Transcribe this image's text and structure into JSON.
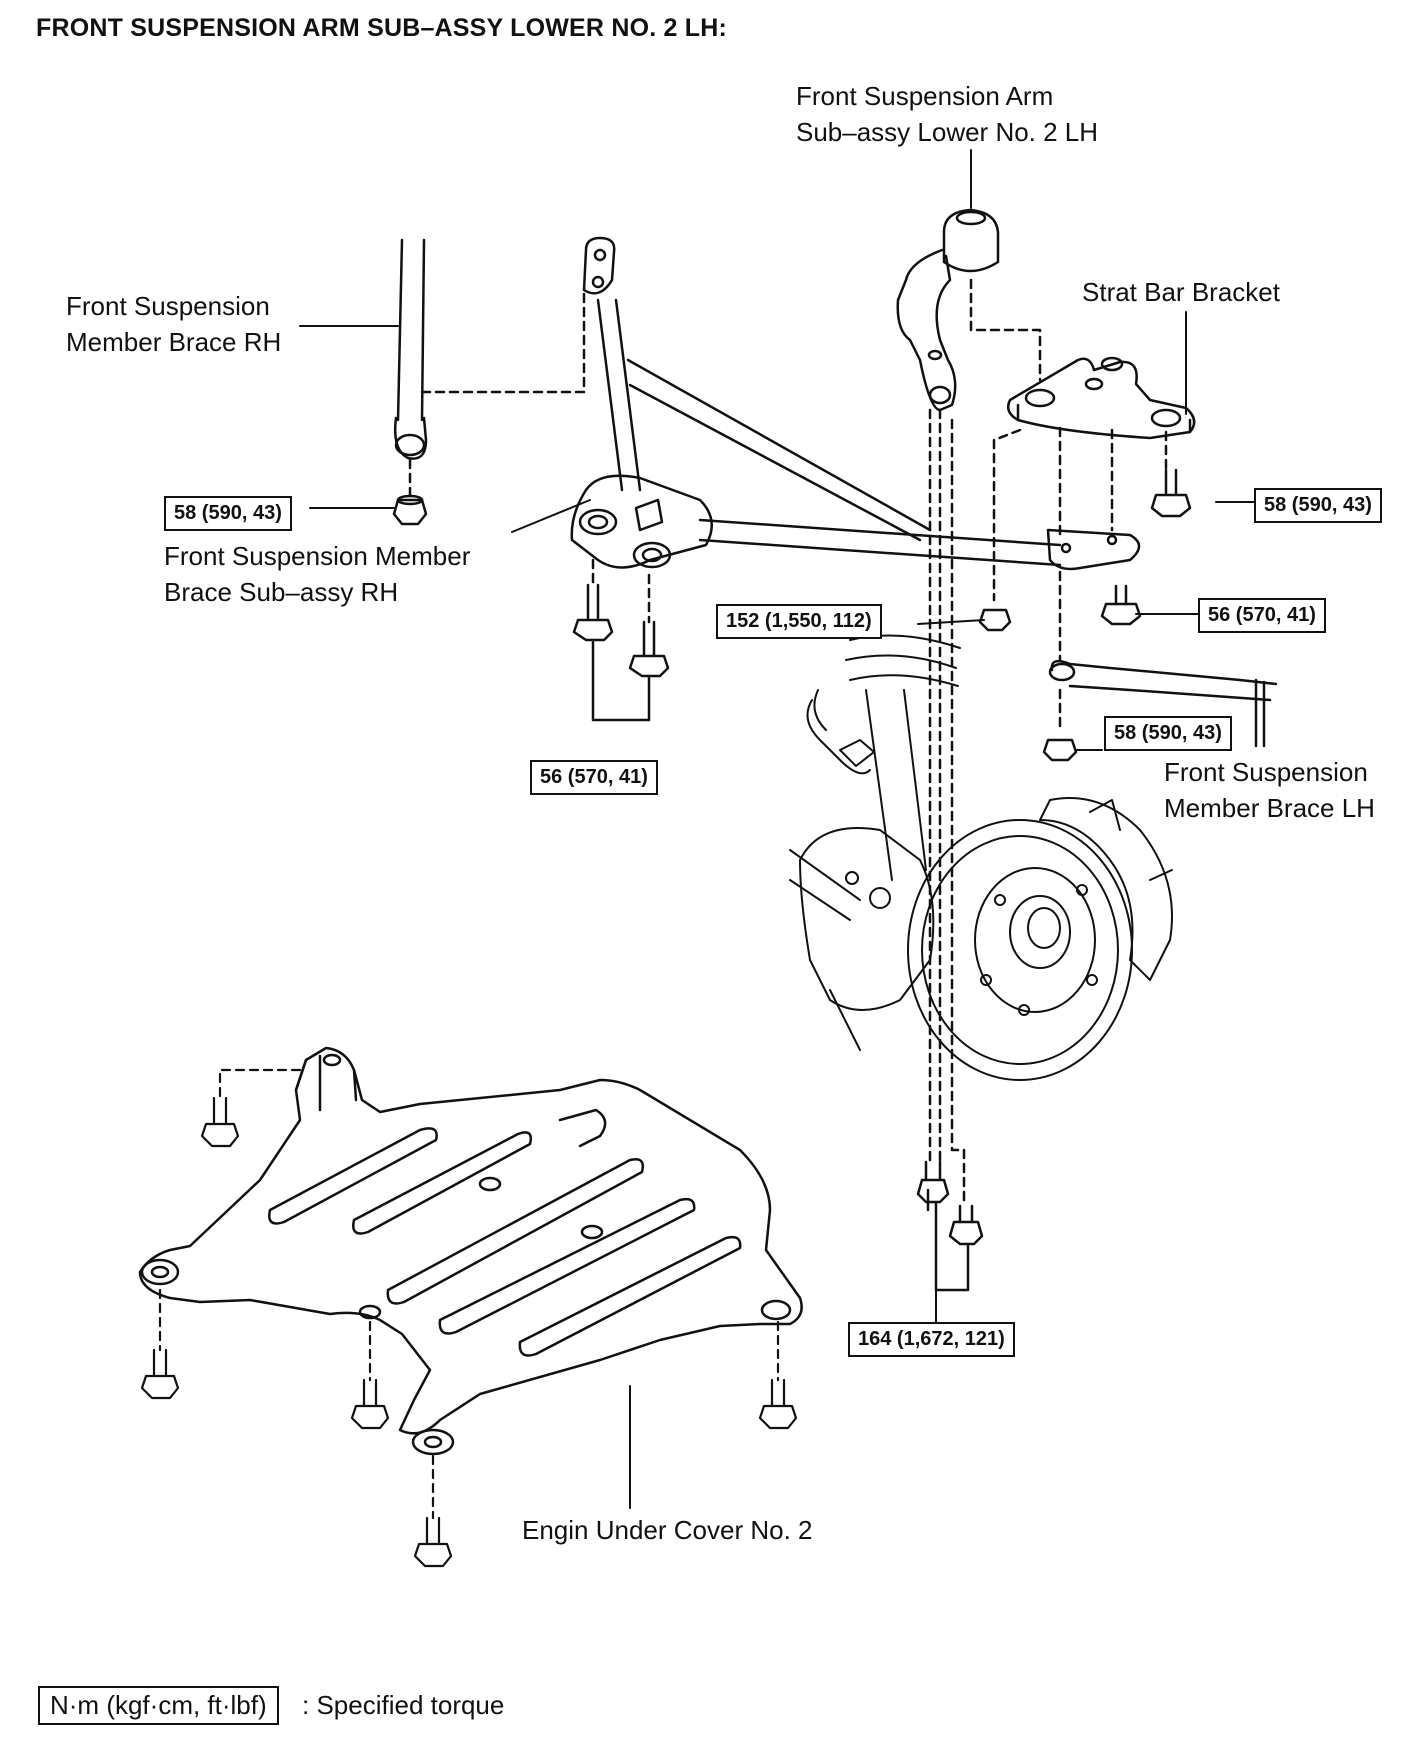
{
  "title": "FRONT SUSPENSION ARM SUB–ASSY LOWER NO. 2 LH:",
  "labels": {
    "arm_lower_no2": "Front Suspension Arm\nSub–assy Lower No. 2 LH",
    "brace_rh": "Front Suspension\nMember Brace RH",
    "strat_bar_bracket": "Strat Bar Bracket",
    "brace_sub_assy_rh": "Front Suspension Member\nBrace Sub–assy RH",
    "brace_lh": "Front Suspension\nMember Brace LH",
    "under_cover": "Engin Under Cover No. 2"
  },
  "torques": {
    "t1": "58 (590, 43)",
    "t2": "58 (590, 43)",
    "t3": "152 (1,550, 112)",
    "t4": "56 (570, 41)",
    "t5": "56 (570, 41)",
    "t6": "58 (590, 43)",
    "t7": "164 (1,672, 121)"
  },
  "legend": {
    "unit": "N·m (kgf·cm, ft·lbf)",
    "text": ": Specified torque"
  }
}
